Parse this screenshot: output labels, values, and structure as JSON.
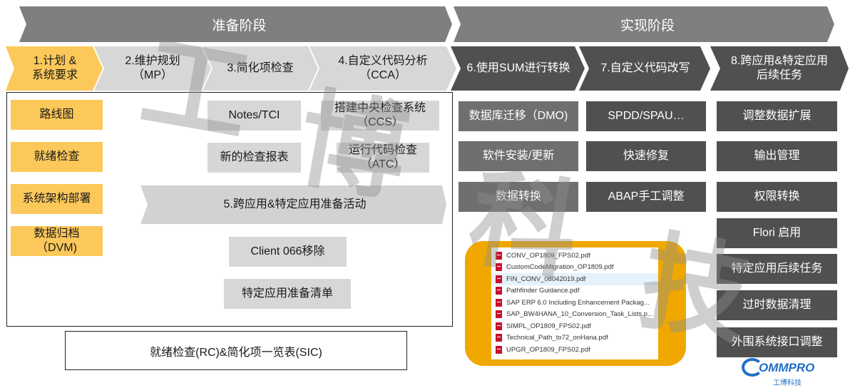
{
  "phases": {
    "prep": "准备阶段",
    "impl": "实现阶段"
  },
  "steps": [
    {
      "line1": "1.计划 &",
      "line2": "系统要求"
    },
    {
      "line1": "2.维护规划",
      "line2": "（MP）"
    },
    {
      "line1": "3.简化项检查",
      "line2": ""
    },
    {
      "line1": "4.自定义代码分析",
      "line2": "（CCA）"
    },
    {
      "line1": "6.使用SUM进行转换",
      "line2": ""
    },
    {
      "line1": "7.自定义代码改写",
      "line2": ""
    },
    {
      "line1": "8.跨应用&特定应用",
      "line2": "后续任务"
    }
  ],
  "left_items": [
    "路线图",
    "就绪检查",
    "系统架构部署",
    "数据归档",
    "（DVM)"
  ],
  "simpl_items": [
    "Notes/TCI",
    "新的检查报表"
  ],
  "cca_items": [
    "搭建中央检查系统",
    "（CCS）",
    "运行代码检查",
    "（ATC）"
  ],
  "prep_activity": "5.跨应用&特定应用准备活动",
  "client_removal": "Client 066移除",
  "checklist": "特定应用准备清单",
  "sic": "就绪检查(RC)&简化项一览表(SIC)",
  "sum_items": [
    "数据库迁移（DMO)",
    "软件安装/更新",
    "数据转换"
  ],
  "custom_items": [
    "SPDD/SPAU…",
    "快速修复",
    "ABAP手工调整"
  ],
  "followup_items": [
    "调整数据扩展",
    "输出管理",
    "权限转换",
    "Flori 启用",
    "特定应用后续任务",
    "过时数据清理",
    "外围系统接口调整"
  ],
  "files": [
    "CONV_OP1809_FPS02.pdf",
    "CustomCodeMigration_OP1809.pdf",
    "FIN_CONV_08042019.pdf",
    "Pathfinder Guidance.pdf",
    "SAP ERP 6.0 Including Enhancement Packag...",
    "SAP_BW4HANA_10_Conversion_Task_Lists.p...",
    "SIMPL_OP1809_FPS02.pdf",
    "Technical_Path_to72_onHana.pdf",
    "UPGR_OP1809_FPS02.pdf"
  ],
  "watermark": [
    "工",
    "博",
    "科",
    "技"
  ],
  "logo": {
    "name": "OMMPRO",
    "sub": "工博科技"
  },
  "colors": {
    "yellow": "#fcc85a",
    "light": "#d7d7d7",
    "dark": "#505050",
    "phase": "#7f7f7f",
    "orange": "#f0a800"
  }
}
